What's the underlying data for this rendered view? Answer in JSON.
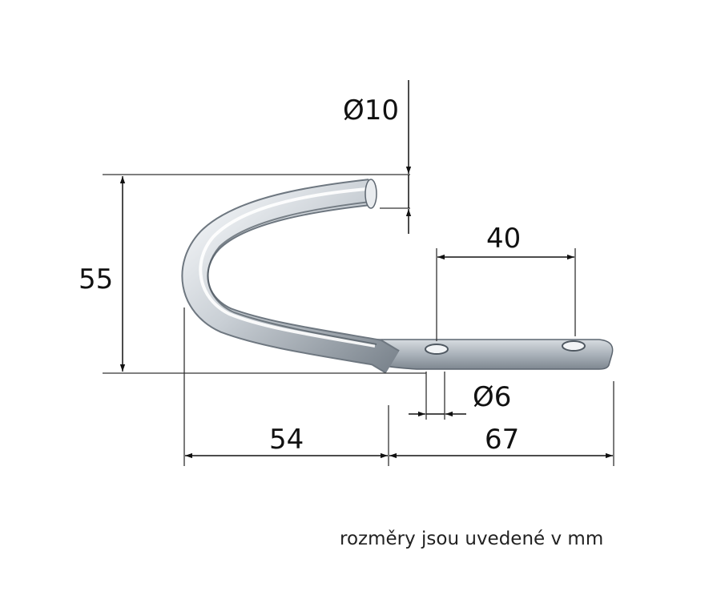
{
  "dimensions": {
    "rod_diameter": "Ø10",
    "height": "55",
    "hole_spacing": "40",
    "hole_diameter": "Ø6",
    "hook_length": "54",
    "plate_length": "67"
  },
  "note": "rozměry jsou uvedené v mm",
  "colors": {
    "line": "#333333",
    "metal_light": "#f4f6f8",
    "metal_mid": "#aeb6be",
    "metal_dark": "#5d6670"
  }
}
